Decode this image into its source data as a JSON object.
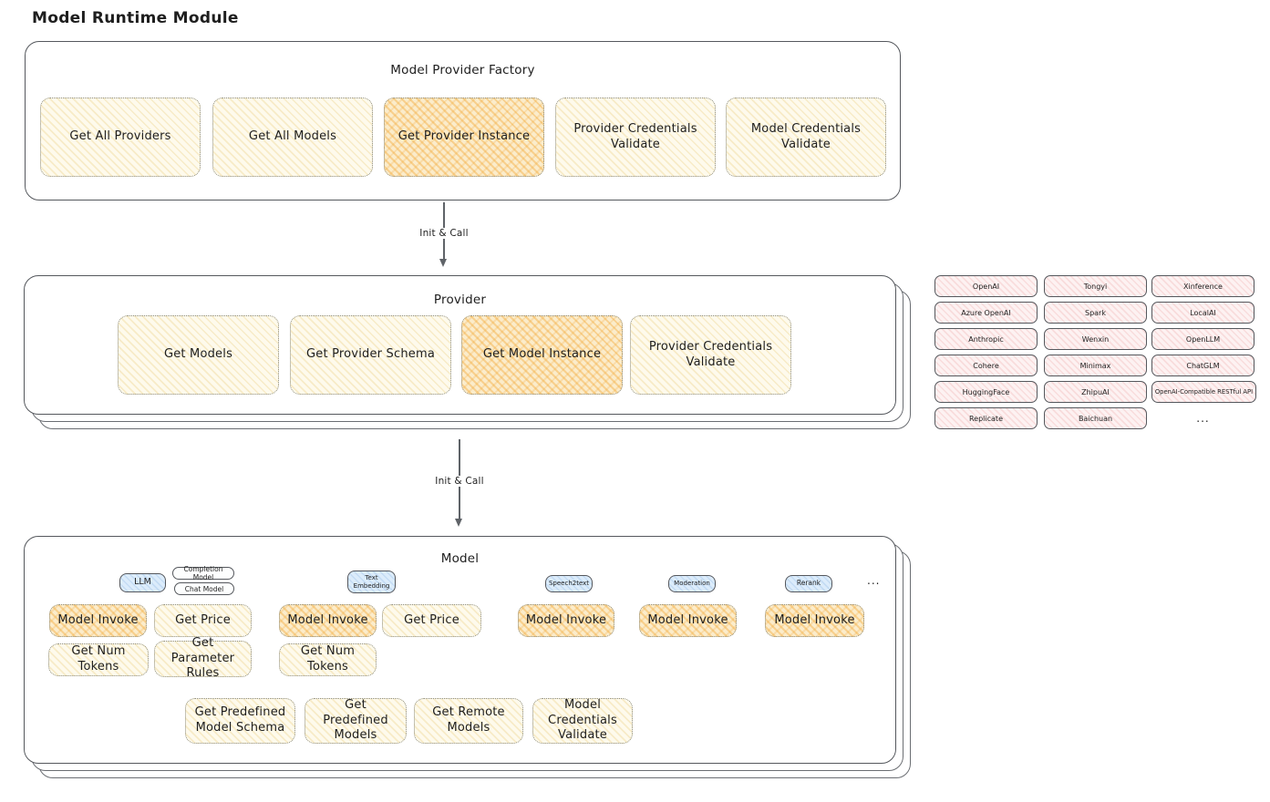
{
  "title": "Model Runtime Module",
  "arrows": {
    "first_label": "Init & Call",
    "second_label": "Init & Call"
  },
  "factory": {
    "title": "Model Provider Factory",
    "buttons": [
      {
        "label": "Get All Providers",
        "highlighted": false
      },
      {
        "label": "Get All Models",
        "highlighted": false
      },
      {
        "label": "Get Provider Instance",
        "highlighted": true
      },
      {
        "label": "Provider Credentials Validate",
        "highlighted": false
      },
      {
        "label": "Model Credentials Validate",
        "highlighted": false
      }
    ]
  },
  "provider": {
    "title": "Provider",
    "buttons": [
      {
        "label": "Get Models",
        "highlighted": false
      },
      {
        "label": "Get Provider Schema",
        "highlighted": false
      },
      {
        "label": "Get Model Instance",
        "highlighted": true
      },
      {
        "label": "Provider Credentials Validate",
        "highlighted": false
      }
    ]
  },
  "providers_list": {
    "columns": [
      [
        "OpenAI",
        "Azure OpenAI",
        "Anthropic",
        "Cohere",
        "HuggingFace",
        "Replicate"
      ],
      [
        "Tongyi",
        "Spark",
        "Wenxin",
        "Minimax",
        "ZhipuAI",
        "Baichuan"
      ],
      [
        "Xinference",
        "LocalAI",
        "OpenLLM",
        "ChatGLM",
        "OpenAI-Compatible RESTful API"
      ]
    ],
    "more": "..."
  },
  "model": {
    "title": "Model",
    "tabs": {
      "llm": "LLM",
      "completion_model": "Completion Model",
      "chat_model": "Chat Model",
      "text_embedding": "Text Embedding",
      "speech2text": "Speech2text",
      "moderation": "Moderation",
      "rerank": "Rerank",
      "more": "..."
    },
    "llm_buttons": {
      "model_invoke": "Model Invoke",
      "get_price": "Get Price",
      "get_num_tokens": "Get Num Tokens",
      "get_parameter_rules": "Get Parameter Rules"
    },
    "text_embedding_buttons": {
      "model_invoke": "Model Invoke",
      "get_price": "Get Price",
      "get_num_tokens": "Get Num Tokens"
    },
    "speech2text_buttons": {
      "model_invoke": "Model Invoke"
    },
    "moderation_buttons": {
      "model_invoke": "Model Invoke"
    },
    "rerank_buttons": {
      "model_invoke": "Model Invoke"
    },
    "common_buttons": {
      "get_predefined_model_schema": "Get Predefined Model Schema",
      "get_predefined_models": "Get Predefined Models",
      "get_remote_models": "Get Remote Models",
      "model_credentials_validate": "Model Credentials Validate"
    }
  },
  "colors": {
    "highlight_fill": "#fbeccb",
    "highlight_hatch": "#f2a632",
    "method_fill": "#fefaec",
    "provider_chip_fill": "#fdf2f2",
    "model_type_fill": "#dcecfb",
    "outline": "#55585d",
    "arrow": "#5f6368"
  }
}
